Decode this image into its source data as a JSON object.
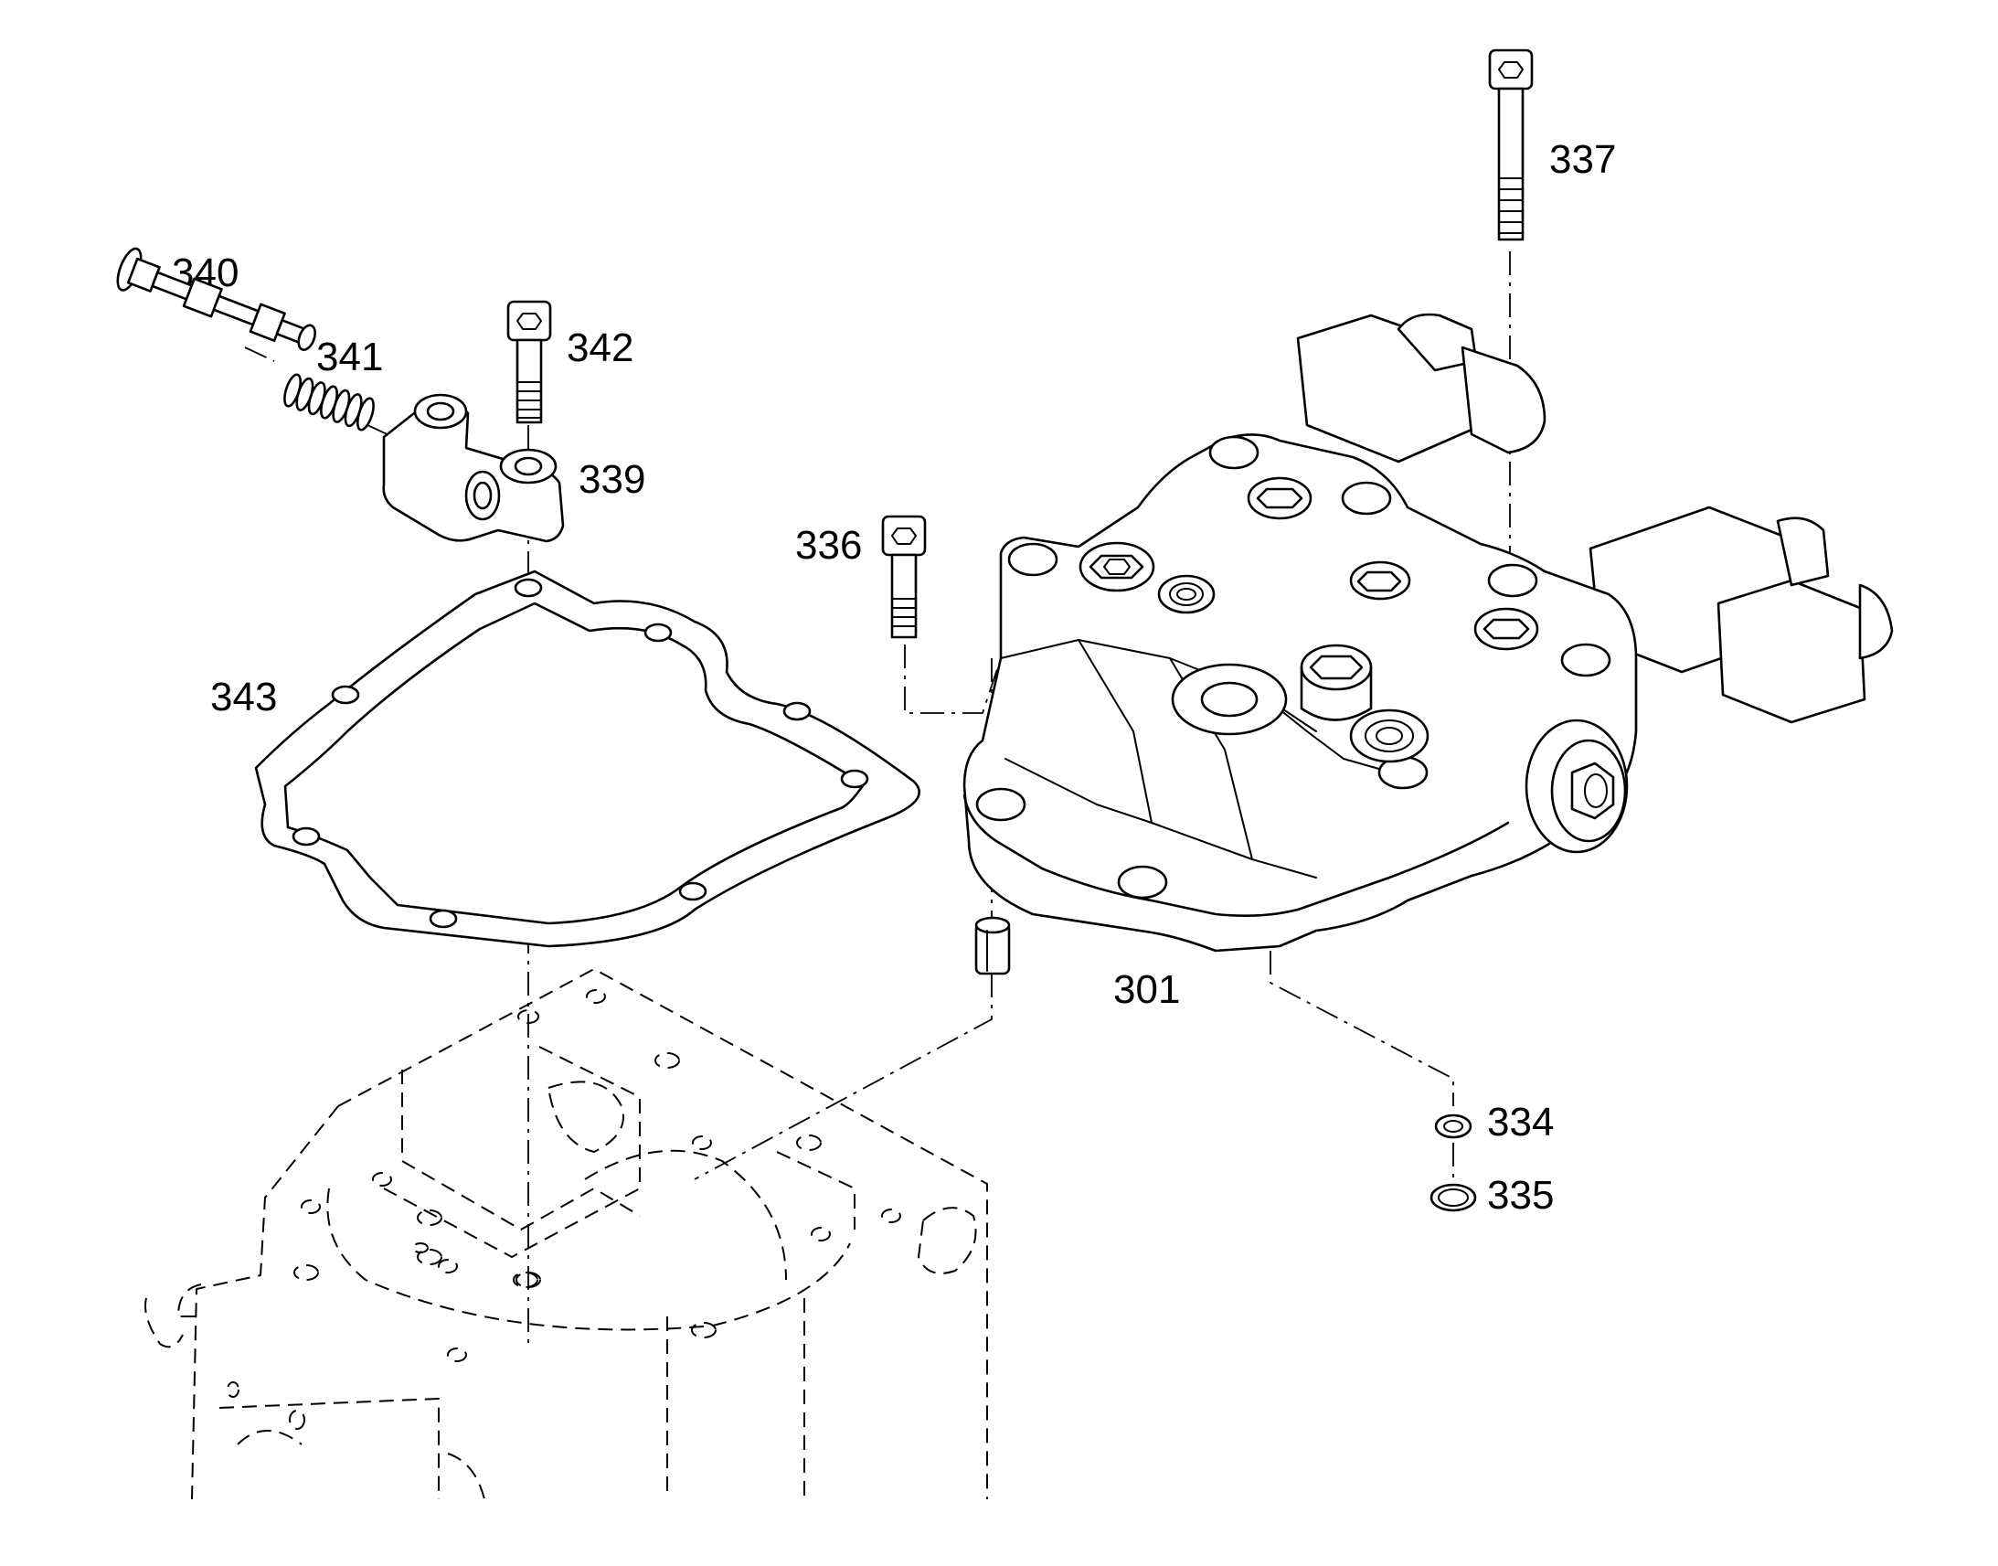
{
  "callouts": [
    {
      "id": "p337",
      "number": "337"
    },
    {
      "id": "p340",
      "number": "340"
    },
    {
      "id": "p341",
      "number": "341"
    },
    {
      "id": "p342",
      "number": "342"
    },
    {
      "id": "p339",
      "number": "339"
    },
    {
      "id": "p336",
      "number": "336"
    },
    {
      "id": "p343",
      "number": "343"
    },
    {
      "id": "p301",
      "number": "301"
    },
    {
      "id": "p334",
      "number": "334"
    },
    {
      "id": "p335",
      "number": "335"
    }
  ],
  "colors": {
    "line": "#000000",
    "background": "#ffffff"
  }
}
